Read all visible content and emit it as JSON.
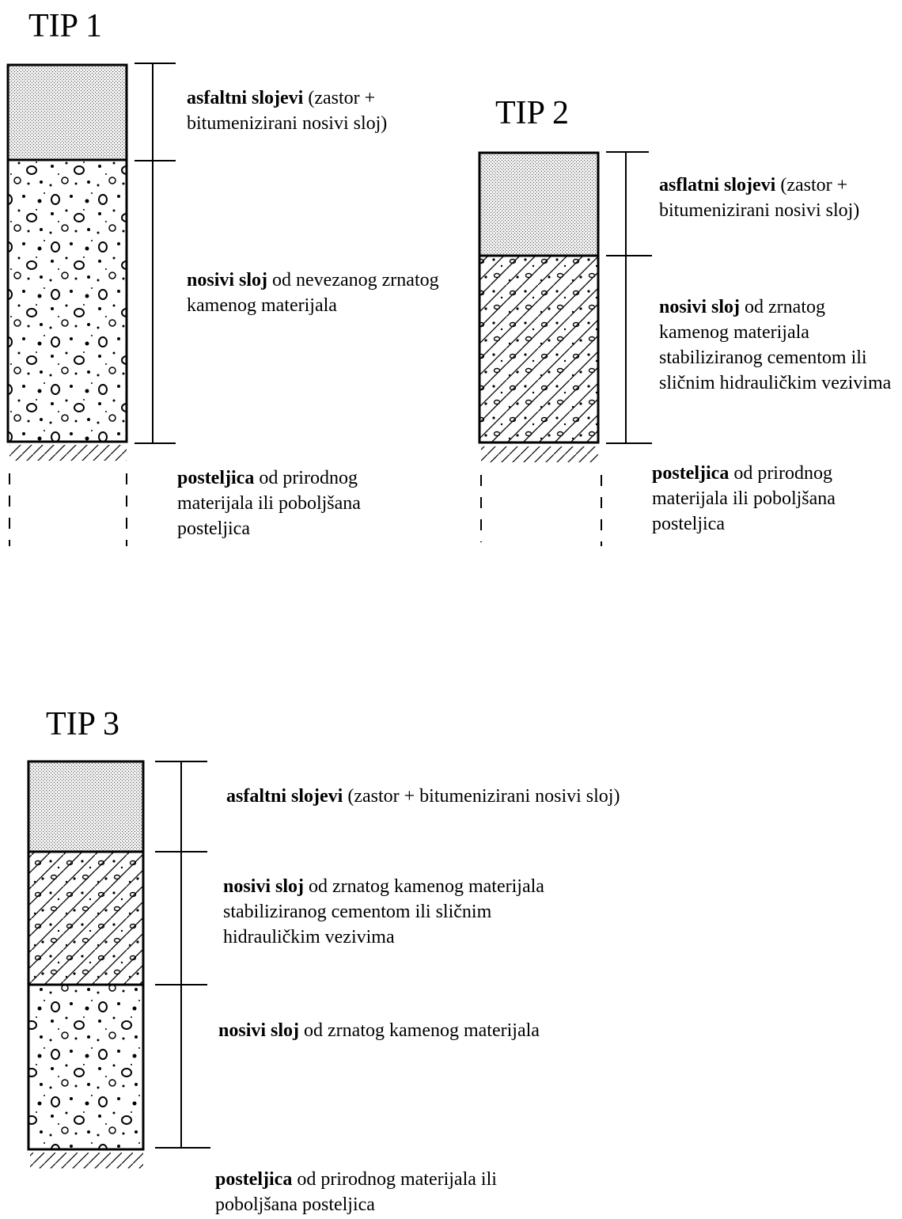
{
  "tip1": {
    "title": "TIP 1",
    "layer1": {
      "bold": "asfaltni slojevi",
      "rest": " (zastor + bitumenizirani nosivi sloj)"
    },
    "layer2": {
      "bold": "nosivi sloj",
      "rest": " od nevezanog zrnatog kamenog materijala"
    },
    "subgrade": {
      "bold": "posteljica",
      "rest": " od prirodnog materijala ili poboljšana posteljica"
    }
  },
  "tip2": {
    "title": "TIP 2",
    "layer1": {
      "bold": "asflatni slojevi",
      "rest": " (zastor + bitumenizirani nosivi sloj)"
    },
    "layer2": {
      "bold": "nosivi sloj",
      "rest": " od zrnatog kamenog materijala stabiliziranog cementom ili sličnim hidrauličkim vezivima"
    },
    "subgrade": {
      "bold": "posteljica",
      "rest": " od prirodnog materijala ili poboljšana posteljica"
    }
  },
  "tip3": {
    "title": "TIP 3",
    "layer1": {
      "bold": "asfaltni slojevi",
      "rest": " (zastor + bitumenizirani nosivi sloj)"
    },
    "layer2": {
      "bold": "nosivi sloj",
      "rest": " od zrnatog kamenog materijala stabiliziranog cementom ili sličnim hidrauličkim vezivima"
    },
    "layer3": {
      "bold": "nosivi sloj",
      "rest": " od zrnatog kamenog materijala"
    },
    "subgrade": {
      "bold": "posteljica",
      "rest": " od prirodnog materijala ili poboljšana posteljica"
    }
  }
}
